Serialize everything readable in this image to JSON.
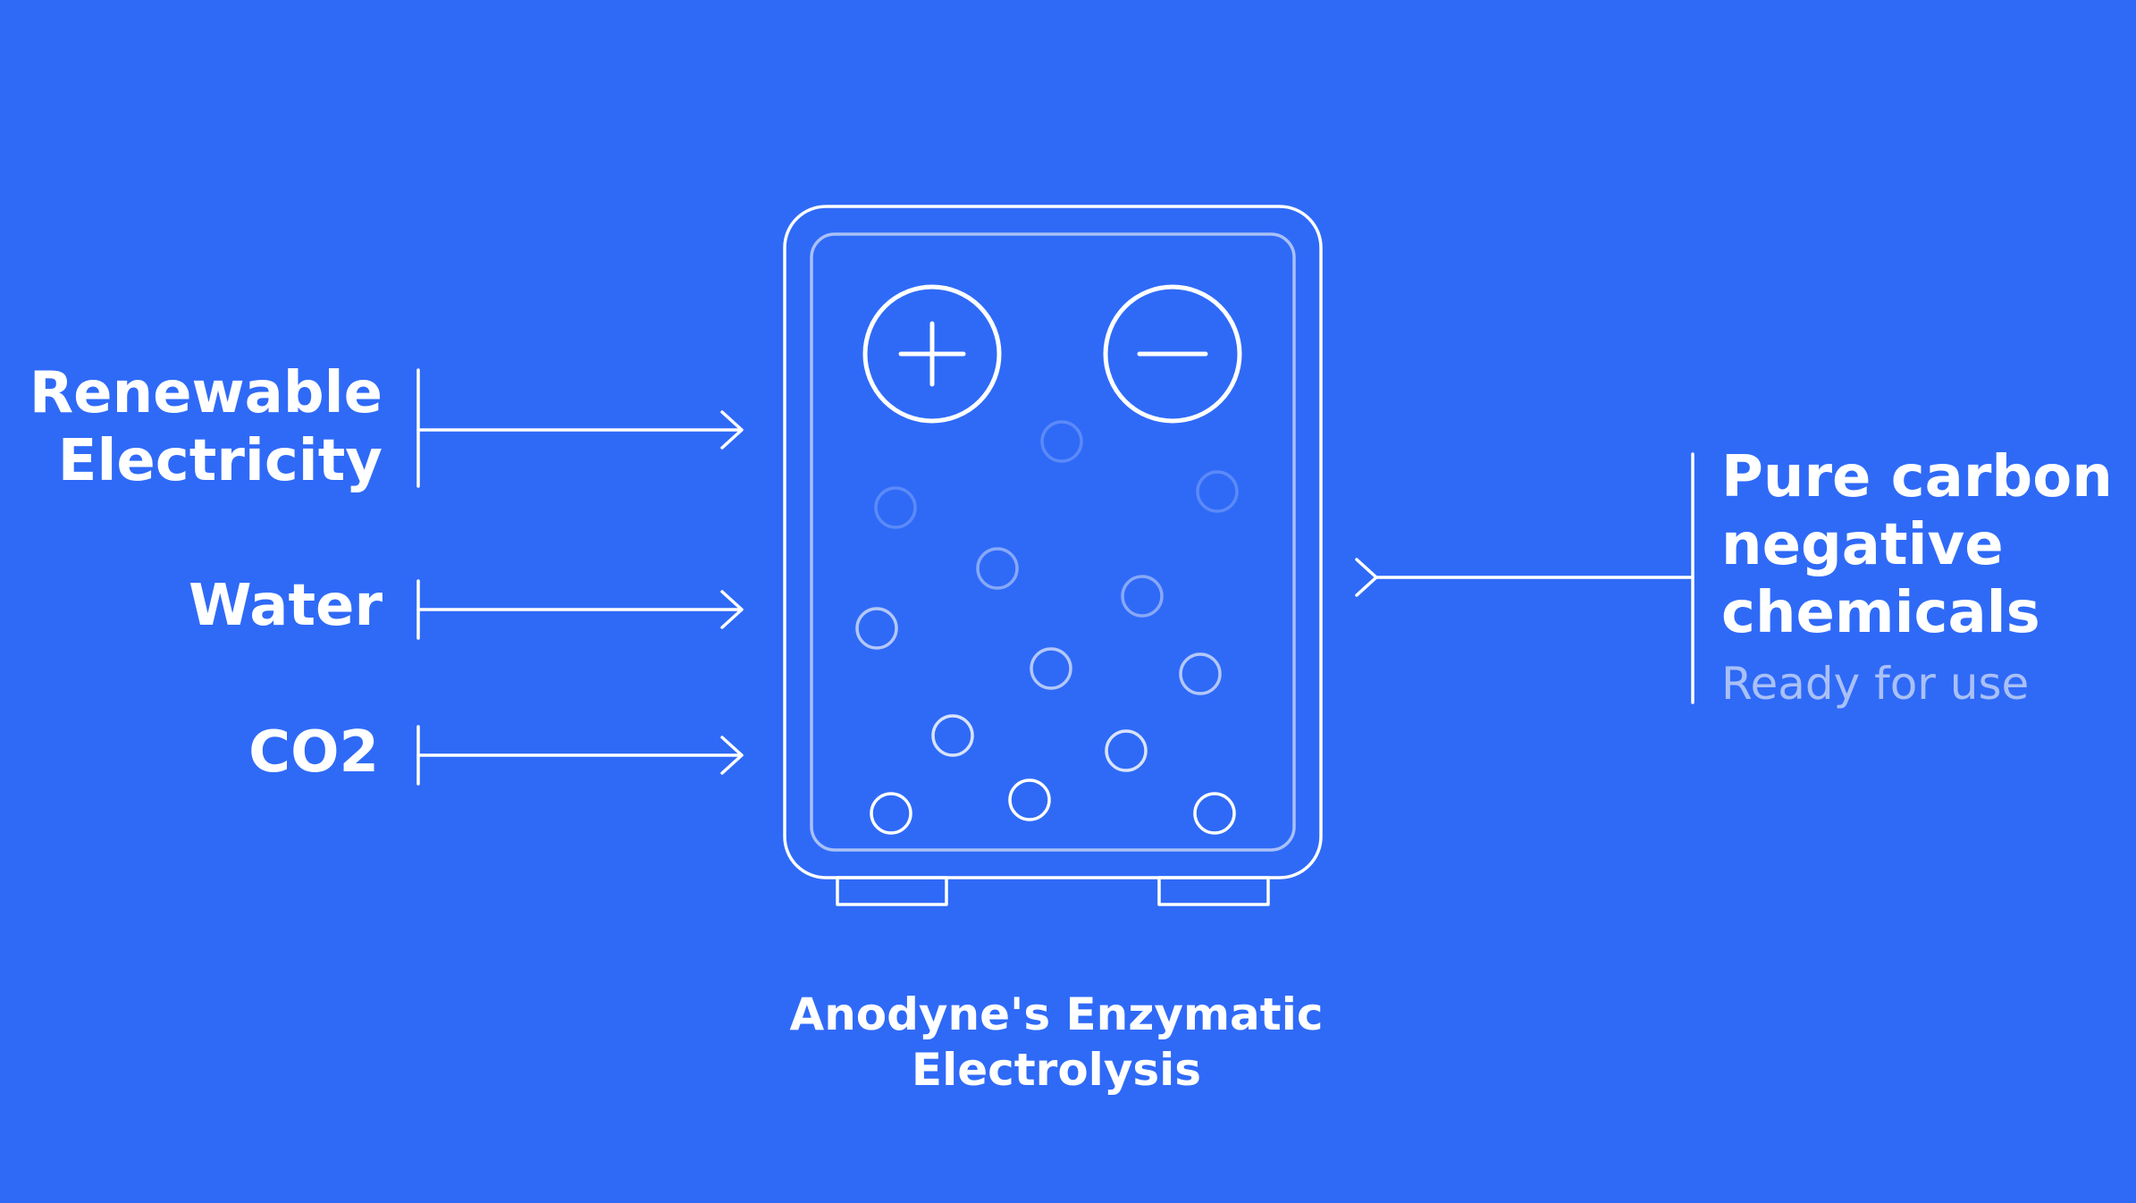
{
  "inputs": [
    {
      "lines": [
        "Renewable",
        "Electricity"
      ]
    },
    {
      "lines": [
        "Water"
      ]
    },
    {
      "lines": [
        "CO2"
      ]
    }
  ],
  "output": {
    "lines": [
      "Pure carbon",
      "negative",
      "chemicals"
    ],
    "subtitle": "Ready for use"
  },
  "caption": {
    "lines": [
      "Anodyne's Enzymatic",
      "Electrolysis"
    ]
  },
  "colors": {
    "background": "#2f6af7",
    "foreground": "#ffffff",
    "muted": "#a9c0f7"
  },
  "device": {
    "electrodes": [
      "plus-icon",
      "minus-icon"
    ]
  }
}
